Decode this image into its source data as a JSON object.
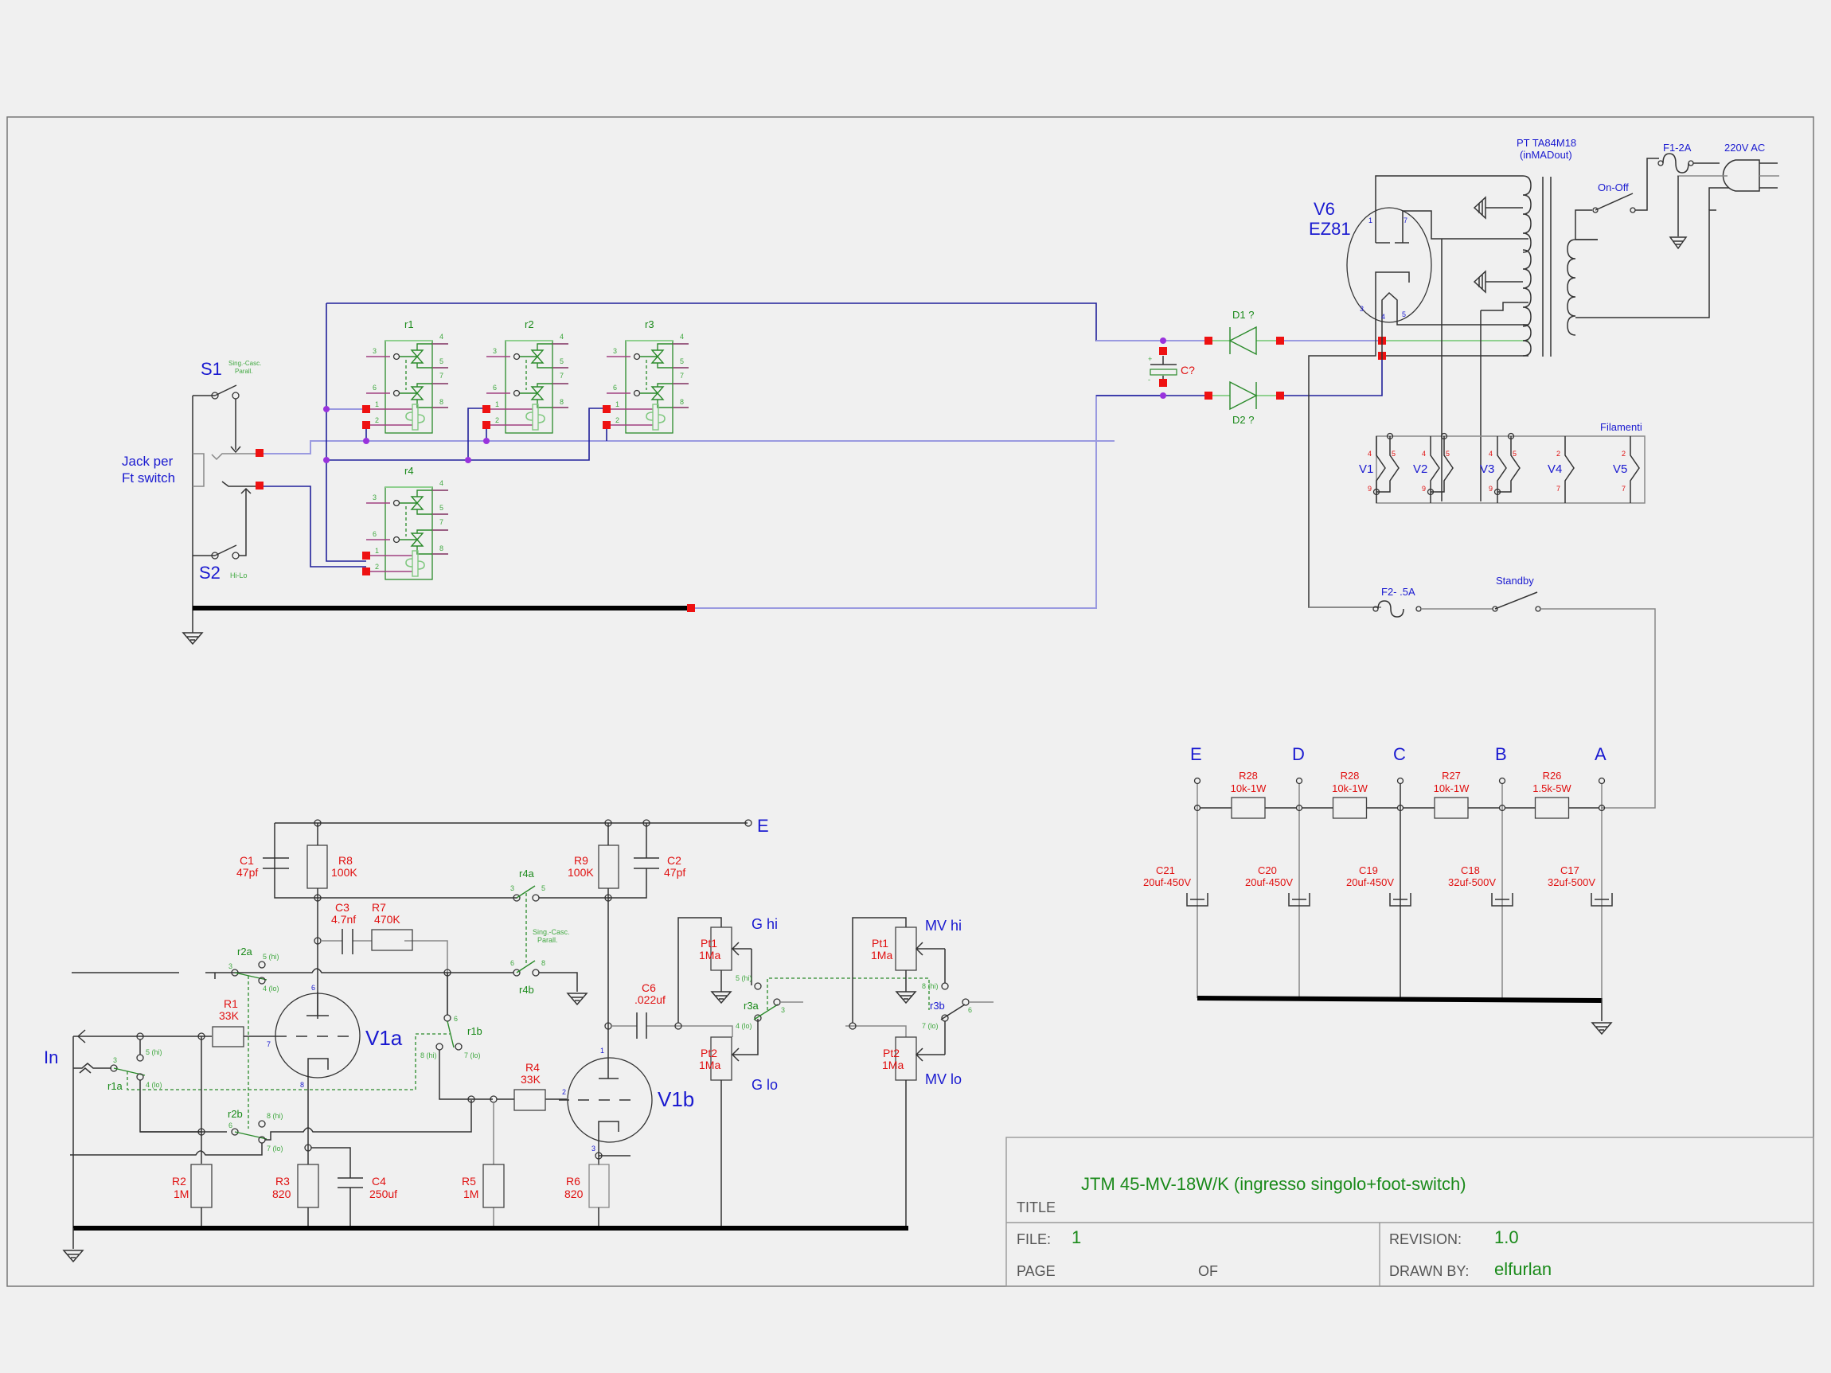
{
  "title_block": {
    "title_label": "TITLE",
    "title": "JTM 45-MV-18W/K (ingresso singolo+foot-switch)",
    "file_label": "FILE:",
    "file": "1",
    "page_label": "PAGE",
    "of_label": "OF",
    "revision_label": "REVISION:",
    "revision": "1.0",
    "drawn_by_label": "DRAWN BY:",
    "drawn_by": "elfurlan"
  },
  "footswitch": {
    "s1": "S1",
    "s1_desc_1": "Sing.-Casc.",
    "s1_desc_2": "Parall.",
    "s2": "S2",
    "s2_desc": "Hi-Lo",
    "jack_1": "Jack per",
    "jack_2": "Ft switch",
    "relays": [
      "r1",
      "r2",
      "r3",
      "r4"
    ],
    "relay_pins": [
      "1",
      "2",
      "3",
      "4",
      "5",
      "6",
      "7",
      "8"
    ]
  },
  "power_supply": {
    "rectifier": "V6",
    "rectifier_type": "EZ81",
    "rect_pins": [
      "1",
      "7",
      "3",
      "4",
      "5"
    ],
    "transformer_1": "PT TA84M18",
    "transformer_2": "(inMADout)",
    "fuse1": "F1-2A",
    "mains": "220V AC",
    "power_switch": "On-Off",
    "d1": "D1 ?",
    "d2": "D2 ?",
    "cap": "C?",
    "plus": "+",
    "minus": "-",
    "filaments": "Filamenti",
    "fuse2": "F2- .5A",
    "standby": "Standby",
    "heaters": [
      {
        "name": "V1",
        "p1": "4",
        "p2": "5",
        "p3": "9"
      },
      {
        "name": "V2",
        "p1": "4",
        "p2": "5",
        "p3": "9"
      },
      {
        "name": "V3",
        "p1": "4",
        "p2": "5",
        "p3": "9"
      },
      {
        "name": "V4",
        "p1": "2",
        "p3": "7"
      },
      {
        "name": "V5",
        "p1": "2",
        "p3": "7"
      }
    ]
  },
  "filter": {
    "nodes": [
      "E",
      "D",
      "C",
      "B",
      "A"
    ],
    "resistors": [
      {
        "ref": "R28",
        "value": "10k-1W"
      },
      {
        "ref": "R28",
        "value": "10k-1W"
      },
      {
        "ref": "R27",
        "value": "10k-1W"
      },
      {
        "ref": "R26",
        "value": "1.5k-5W"
      }
    ],
    "capacitors": [
      {
        "ref": "C21",
        "value": "20uf-450V"
      },
      {
        "ref": "C20",
        "value": "20uf-450V"
      },
      {
        "ref": "C19",
        "value": "20uf-450V"
      },
      {
        "ref": "C18",
        "value": "32uf-500V"
      },
      {
        "ref": "C17",
        "value": "32uf-500V"
      }
    ]
  },
  "preamp": {
    "input": "In",
    "supply_node": "E",
    "v1a": "V1a",
    "v1b": "V1b",
    "parts": {
      "C1": {
        "ref": "C1",
        "value": "47pf"
      },
      "R8": {
        "ref": "R8",
        "value": "100K"
      },
      "C3": {
        "ref": "C3",
        "value": "4.7nf"
      },
      "R7": {
        "ref": "R7",
        "value": "470K"
      },
      "R9": {
        "ref": "R9",
        "value": "100K"
      },
      "C2": {
        "ref": "C2",
        "value": "47pf"
      },
      "R1": {
        "ref": "R1",
        "value": "33K"
      },
      "R2": {
        "ref": "R2",
        "value": "1M"
      },
      "R3": {
        "ref": "R3",
        "value": "820"
      },
      "C4": {
        "ref": "C4",
        "value": "250uf"
      },
      "R5": {
        "ref": "R5",
        "value": "1M"
      },
      "R4": {
        "ref": "R4",
        "value": "33K"
      },
      "R6": {
        "ref": "R6",
        "value": "820"
      },
      "C6": {
        "ref": "C6",
        "value": ".022uf"
      },
      "Pt1g": {
        "ref": "Pt1",
        "value": "1Ma"
      },
      "Pt2g": {
        "ref": "Pt2",
        "value": "1Ma"
      },
      "Pt1m": {
        "ref": "Pt1",
        "value": "1Ma"
      },
      "Pt2m": {
        "ref": "Pt2",
        "value": "1Ma"
      }
    },
    "pots": {
      "g_hi": "G hi",
      "g_lo": "G lo",
      "mv_hi": "MV hi",
      "mv_lo": "MV lo"
    },
    "switches": {
      "r1a": "r1a",
      "r1b": "r1b",
      "r2a": "r2a",
      "r2b": "r2b",
      "r3a": "r3a",
      "r3b": "r3b",
      "r4a": "r4a",
      "r4b": "r4b",
      "sing_casc": "Sing.-Casc.",
      "parall": "Parall.",
      "p3": "3",
      "p5": "5",
      "p6": "6",
      "p8": "8",
      "p5hi": "5 (hi)",
      "p4lo": "4 (lo)",
      "p8hi": "8 (hi)",
      "p7lo": "7 (lo)"
    },
    "tube_pins": {
      "v1a_plate": "6",
      "v1a_grid": "7",
      "v1a_cath": "8",
      "v1b_plate": "1",
      "v1b_grid": "2",
      "v1b_cath": "3"
    }
  }
}
